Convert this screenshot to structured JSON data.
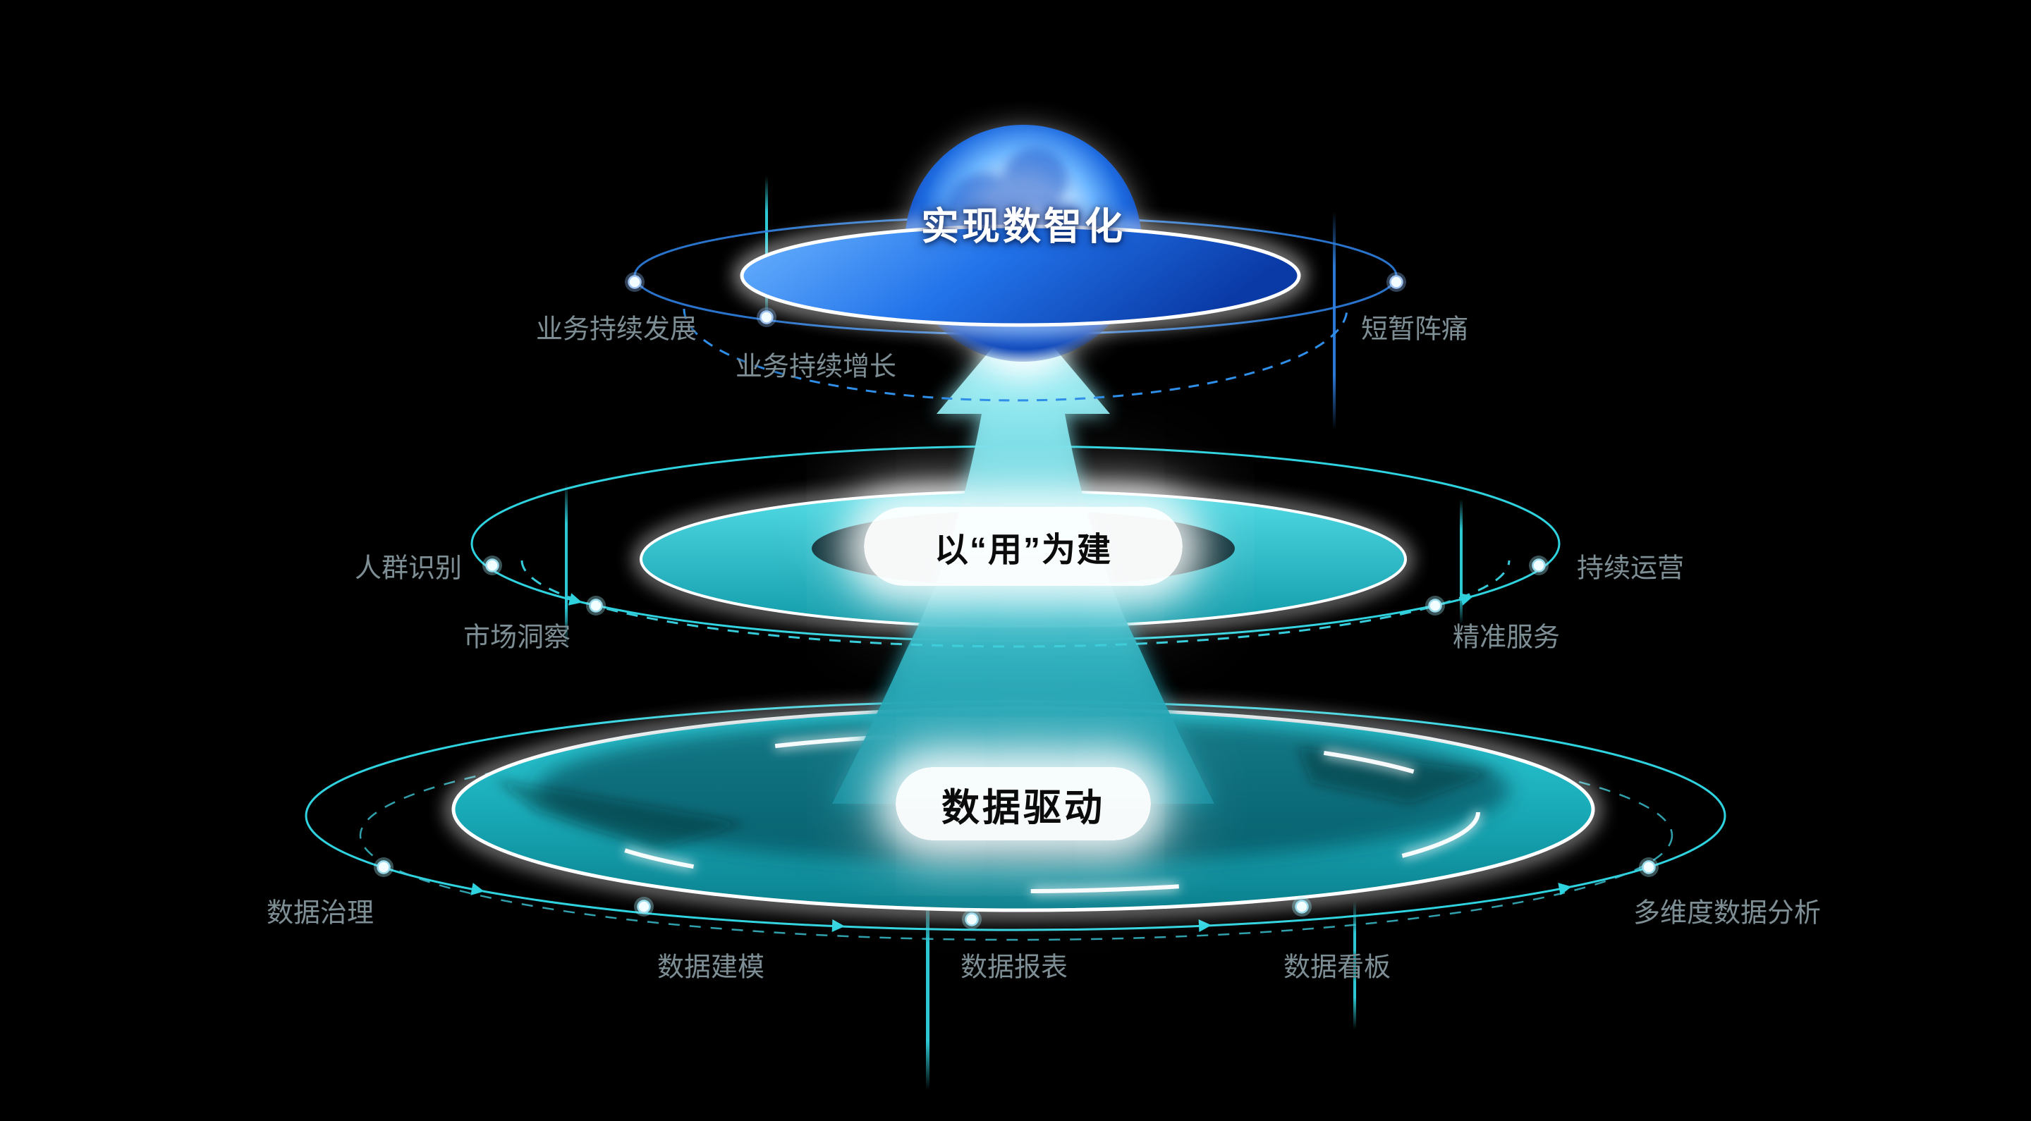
{
  "diagram": {
    "tiers": {
      "top": {
        "label": "实现数智化"
      },
      "middle": {
        "label": "以“用”为建"
      },
      "bottom": {
        "label": "数据驱动"
      }
    },
    "annotations": {
      "biz_dev": "业务持续发展",
      "biz_growth": "业务持续增长",
      "short_pain": "短暂阵痛",
      "crowd_id": "人群识别",
      "market_insight": "市场洞察",
      "continuous_ops": "持续运营",
      "precise_service": "精准服务",
      "data_governance": "数据治理",
      "data_modeling": "数据建模",
      "data_report": "数据报表",
      "data_dashboard": "数据看板",
      "multi_dim_analysis": "多维度数据分析"
    },
    "colors": {
      "background": "#000000",
      "teal_accent": "#2fd3df",
      "blue_accent": "#2e7fe0",
      "label_gray": "#7e8e95",
      "glow_white": "#ffffff"
    }
  }
}
